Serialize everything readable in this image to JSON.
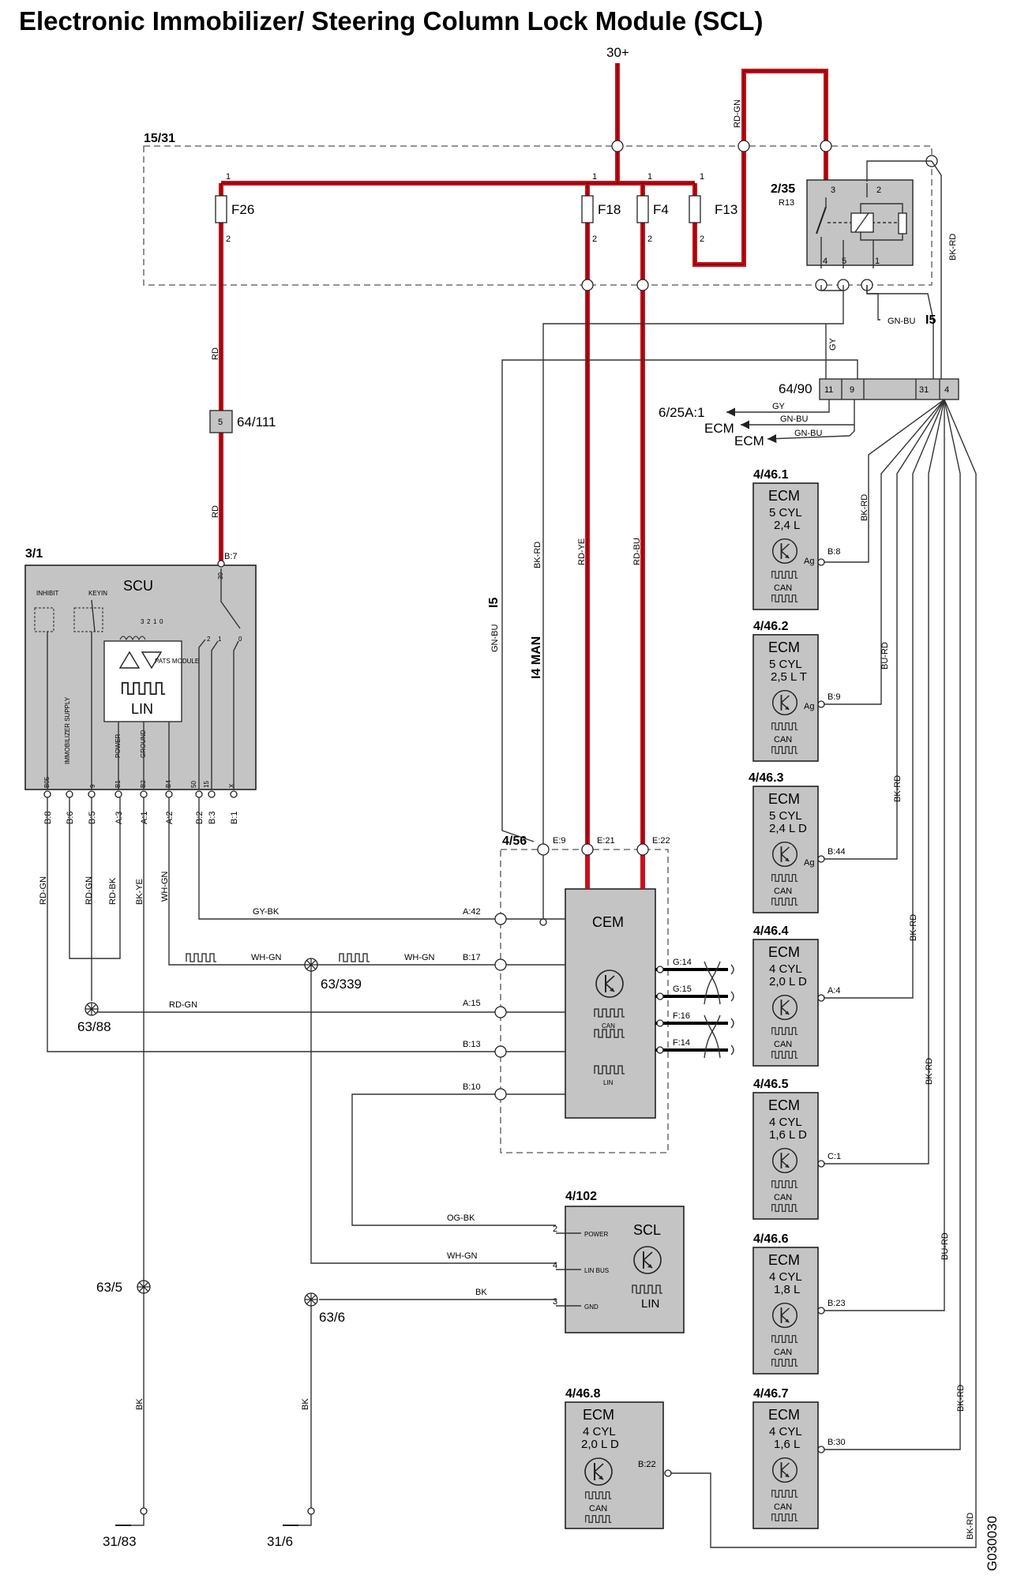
{
  "title": "Electronic Immobilizer/ Steering Column Lock Module (SCL)",
  "drawing_code": "G030030",
  "supply": {
    "label": "30+"
  },
  "box_1531": {
    "label": "15/31",
    "fuses": [
      {
        "name": "F26",
        "pin_in": "1",
        "pin_out": "2"
      },
      {
        "name": "F18",
        "pin_in": "1",
        "pin_out": "2"
      },
      {
        "name": "F4",
        "pin_in": "1",
        "pin_out": "2"
      },
      {
        "name": "F13",
        "pin_in": "1",
        "pin_out": "2"
      }
    ],
    "relay": {
      "id": "2/35",
      "name": "R13",
      "pins": [
        "3",
        "2",
        "4",
        "5",
        "1"
      ]
    }
  },
  "wires": {
    "rd_gn_top": "RD-GN",
    "rd_1": "RD",
    "rd_2": "RD",
    "bk_rd_right": "BK-RD",
    "gy": "GY",
    "gn_bu": "GN-BU",
    "i5_a": "I5",
    "rd_ye": "RD-YE",
    "rd_bu": "RD-BU",
    "bk_rd_mid": "BK-RD",
    "gn_bu_mid": "GN-BU",
    "i5_b": "I5",
    "i4_man": "I4 MAN",
    "gy_out": "GY",
    "gn_bu_out1": "GN-BU",
    "gn_bu_out2": "GN-BU",
    "bk_rd_e1": "BK-RD",
    "bu_rd_e2": "BU-RD",
    "bk_rd_e3": "BK-RD",
    "bk_rd_e4": "BK-RD",
    "bk_rd_e5": "BK-RD",
    "bu_rd_e6": "BU-RD",
    "bk_rd_e7": "BK-RD",
    "bk_rd_e8": "BK-RD",
    "scu_w1": "RD-GN",
    "scu_w2": "RD-GN",
    "scu_w3": "RD-BK",
    "scu_w4": "BK-YE",
    "scu_w5": "WH-GN",
    "gy_bk": "GY-BK",
    "wh_gn_a": "WH-GN",
    "wh_gn_b": "WH-GN",
    "rd_gn_h": "RD-GN",
    "og_bk": "OG-BK",
    "wh_gn_scl": "WH-GN",
    "bk_scl": "BK",
    "bk_v1": "BK",
    "bk_v2": "BK"
  },
  "connector_64_111": {
    "label": "64/111",
    "pin": "5"
  },
  "connector_64_90": {
    "label": "64/90",
    "pins": [
      "11",
      "9",
      "31",
      "4"
    ]
  },
  "outputs": {
    "o1": "6/25A:1",
    "o2": "ECM",
    "o3": "ECM"
  },
  "scu": {
    "id": "3/1",
    "name": "SCU",
    "pin_top": "B:7",
    "pin_top_num": "30",
    "inner": {
      "inhibit": "INHIBIT",
      "keyin": "KEYIN",
      "pats": "PATS MODULE",
      "lin": "LIN",
      "imm_supply": "IMMOBILIZER SUPPLY",
      "power": "POWER",
      "ground": "GROUND",
      "sw1": "3",
      "sw2": "2",
      "sw3": "1",
      "sw4": "0",
      "sw5": "2",
      "sw6": "1",
      "sw7": "0"
    },
    "inner_pins": [
      "B05",
      "9",
      "B1",
      "B2",
      "B4",
      "50",
      "15",
      "X"
    ],
    "pins": [
      "B:8",
      "B:6",
      "B:5",
      "A:3",
      "A:1",
      "A:2",
      "B:2",
      "B:3",
      "B:1"
    ]
  },
  "cem": {
    "id": "4/56",
    "name": "CEM",
    "can": "CAN",
    "lin": "LIN",
    "top_pins": [
      "E:9",
      "E:21",
      "E:22"
    ],
    "left_pins": [
      "A:42",
      "B:17",
      "A:15",
      "B:13",
      "B:10"
    ],
    "right_pins": [
      "G:14",
      "G:15",
      "F:16",
      "F:14"
    ]
  },
  "splices": {
    "s1": "63/339",
    "s2": "63/88",
    "s3": "63/5",
    "s4": "63/6"
  },
  "grounds": {
    "g1": "31/83",
    "g2": "31/6"
  },
  "scl": {
    "id": "4/102",
    "name": "SCL",
    "lin": "LIN",
    "pins": [
      {
        "num": "2",
        "label": "POWER"
      },
      {
        "num": "4",
        "label": "LIN BUS"
      },
      {
        "num": "3",
        "label": "GND"
      }
    ]
  },
  "ecms": [
    {
      "id": "4/46.1",
      "l1": "ECM",
      "l2": "5 CYL",
      "l3": "2,4 L",
      "pin": "B:8",
      "ag": "Ag",
      "can": "CAN"
    },
    {
      "id": "4/46.2",
      "l1": "ECM",
      "l2": "5 CYL",
      "l3": "2,5 L T",
      "pin": "B:9",
      "ag": "Ag",
      "can": "CAN"
    },
    {
      "id": "4/46.3",
      "l1": "ECM",
      "l2": "5 CYL",
      "l3": "2,4 L D",
      "pin": "B:44",
      "ag": "Ag",
      "can": "CAN"
    },
    {
      "id": "4/46.4",
      "l1": "ECM",
      "l2": "4 CYL",
      "l3": "2,0 L D",
      "pin": "A:4",
      "can": "CAN"
    },
    {
      "id": "4/46.5",
      "l1": "ECM",
      "l2": "4 CYL",
      "l3": "1,6 L D",
      "pin": "C:1",
      "can": "CAN"
    },
    {
      "id": "4/46.6",
      "l1": "ECM",
      "l2": "4 CYL",
      "l3": "1,8 L",
      "pin": "B:23",
      "can": "CAN"
    },
    {
      "id": "4/46.7",
      "l1": "ECM",
      "l2": "4 CYL",
      "l3": "1,6 L",
      "pin": "B:30",
      "can": "CAN"
    },
    {
      "id": "4/46.8",
      "l1": "ECM",
      "l2": "4 CYL",
      "l3": "2,0 L D",
      "pin": "B:22",
      "can": "CAN"
    }
  ]
}
